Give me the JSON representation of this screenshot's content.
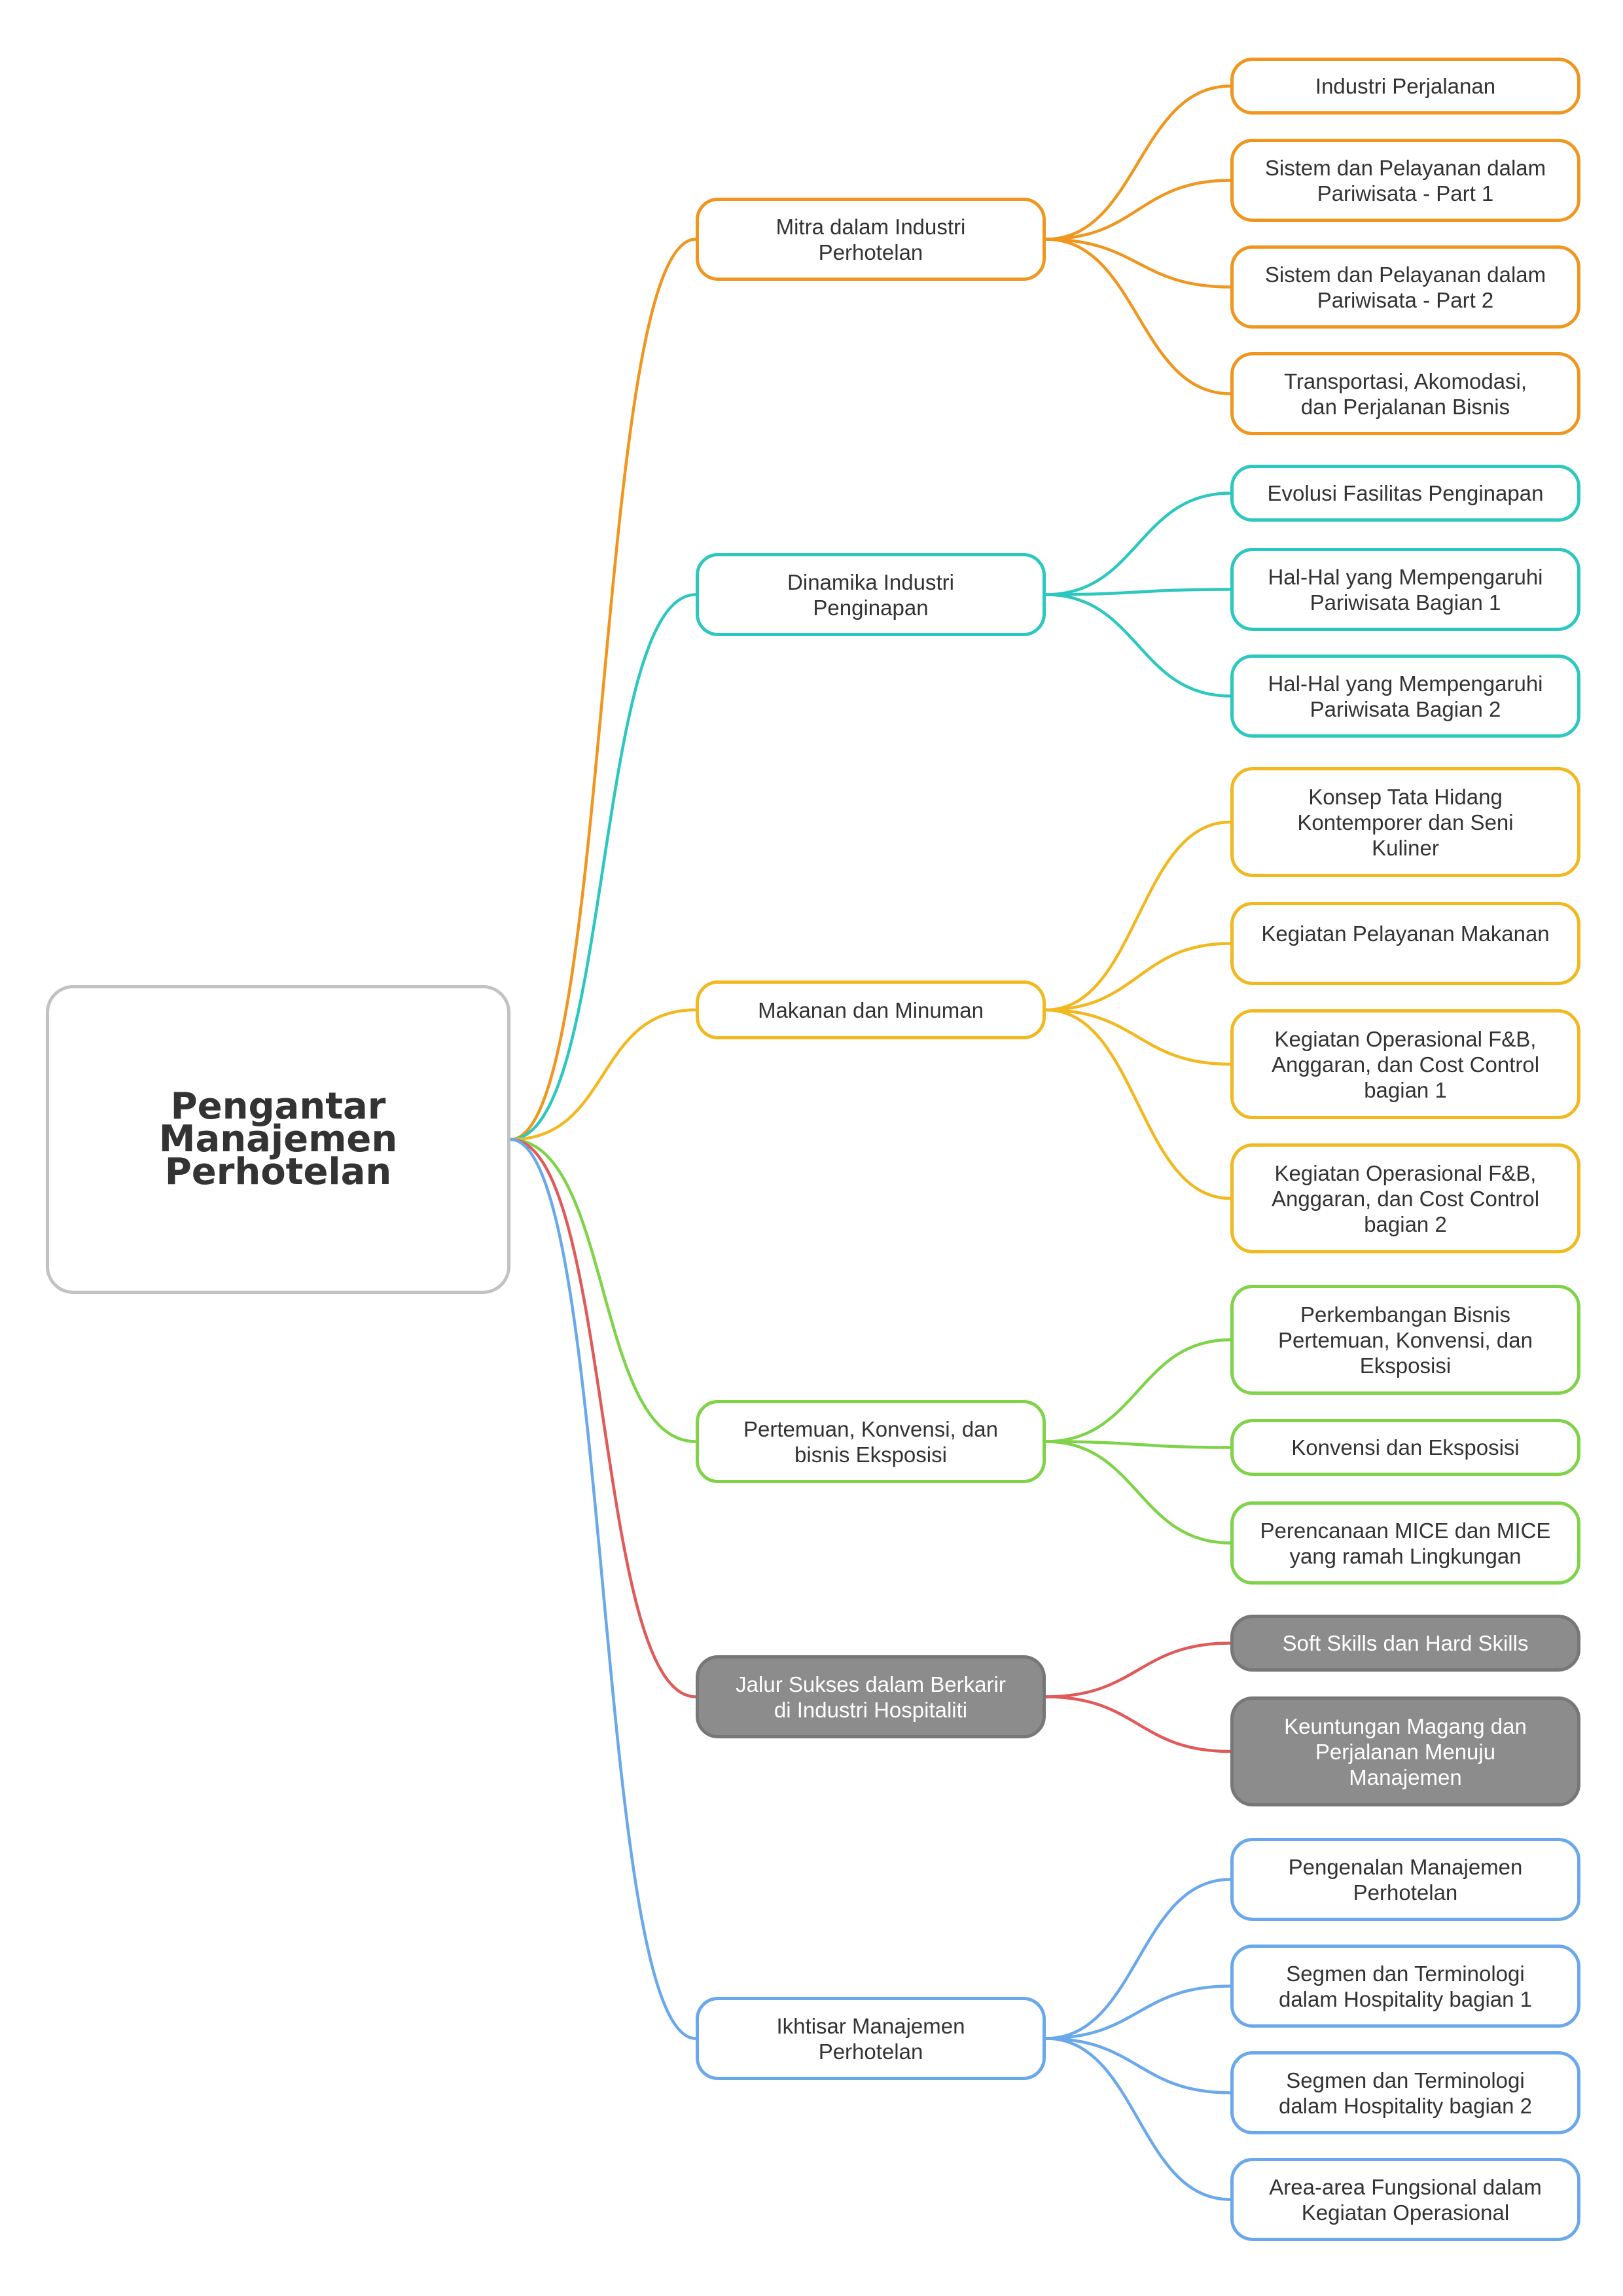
{
  "root": {
    "label": "Pengantar\nManajemen\nPerhotelan"
  },
  "branches": [
    {
      "label": "Mitra dalam Industri\nPerhotelan",
      "color": "#F0961E",
      "children": [
        "Industri Perjalanan",
        "Sistem dan Pelayanan dalam\nPariwisata - Part 1",
        "Sistem dan Pelayanan dalam\nPariwisata - Part 2",
        "Transportasi, Akomodasi,\ndan Perjalanan Bisnis"
      ]
    },
    {
      "label": "Dinamika Industri\nPenginapan",
      "color": "#2CC8C0",
      "children": [
        "Evolusi Fasilitas Penginapan",
        "Hal-Hal yang Mempengaruhi\nPariwisata Bagian 1",
        "Hal-Hal yang Mempengaruhi\nPariwisata Bagian 2"
      ]
    },
    {
      "label": "Makanan dan Minuman",
      "color": "#F2B820",
      "children": [
        "Konsep Tata Hidang\nKontemporer dan Seni\nKuliner",
        "Kegiatan Pelayanan Makanan",
        "Kegiatan Operasional F&B,\nAnggaran, dan Cost Control\nbagian 1",
        "Kegiatan Operasional F&B,\nAnggaran, dan Cost Control\nbagian 2"
      ]
    },
    {
      "label": "Pertemuan, Konvensi, dan\nbisnis Eksposisi",
      "color": "#7ED348",
      "children": [
        "Perkembangan Bisnis\nPertemuan, Konvensi, dan\nEksposisi",
        "Konvensi dan Eksposisi",
        "Perencanaan MICE dan MICE\nyang ramah Lingkungan"
      ]
    },
    {
      "label": "Jalur Sukses dalam Berkarir\ndi Industri Hospitaliti",
      "color": "#E05A5A",
      "children": [
        "Soft Skills dan Hard Skills",
        "Keuntungan Magang dan\nPerjalanan Menuju\nManajemen"
      ]
    },
    {
      "label": "Ikhtisar Manajemen\nPerhotelan",
      "color": "#6AA8EC",
      "children": [
        "Pengenalan Manajemen\nPerhotelan",
        "Segmen dan Terminologi\ndalam Hospitality bagian 1",
        "Segmen dan Terminologi\ndalam Hospitality bagian 2",
        "Area-area Fungsional dalam\nKegiatan Operasional"
      ]
    }
  ]
}
